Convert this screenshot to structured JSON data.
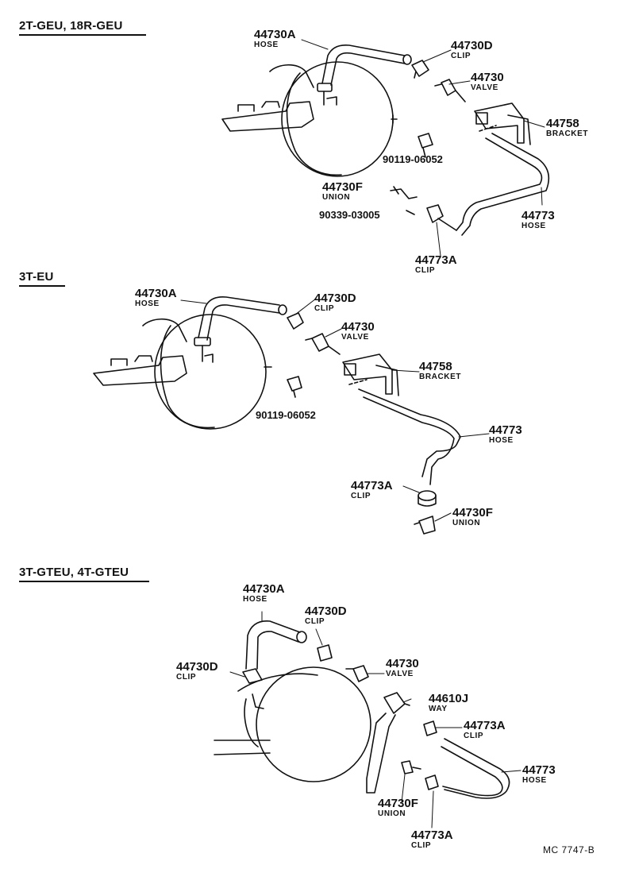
{
  "sections": [
    {
      "title": "2T-GEU, 18R-GEU",
      "parts": [
        {
          "number": "44730A",
          "name": "HOSE"
        },
        {
          "number": "44730D",
          "name": "CLIP"
        },
        {
          "number": "44730",
          "name": "VALVE"
        },
        {
          "number": "44758",
          "name": "BRACKET"
        },
        {
          "number": "90119-06052",
          "name": ""
        },
        {
          "number": "44730F",
          "name": "UNION"
        },
        {
          "number": "90339-03005",
          "name": ""
        },
        {
          "number": "44773",
          "name": "HOSE"
        },
        {
          "number": "44773A",
          "name": "CLIP"
        }
      ]
    },
    {
      "title": "3T-EU",
      "parts": [
        {
          "number": "44730A",
          "name": "HOSE"
        },
        {
          "number": "44730D",
          "name": "CLIP"
        },
        {
          "number": "44730",
          "name": "VALVE"
        },
        {
          "number": "44758",
          "name": "BRACKET"
        },
        {
          "number": "90119-06052",
          "name": ""
        },
        {
          "number": "44773",
          "name": "HOSE"
        },
        {
          "number": "44773A",
          "name": "CLIP"
        },
        {
          "number": "44730F",
          "name": "UNION"
        }
      ]
    },
    {
      "title": "3T-GTEU, 4T-GTEU",
      "parts": [
        {
          "number": "44730A",
          "name": "HOSE"
        },
        {
          "number": "44730D",
          "name": "CLIP"
        },
        {
          "number": "44730D",
          "name": "CLIP"
        },
        {
          "number": "44730",
          "name": "VALVE"
        },
        {
          "number": "44610J",
          "name": "WAY"
        },
        {
          "number": "44773A",
          "name": "CLIP"
        },
        {
          "number": "44773",
          "name": "HOSE"
        },
        {
          "number": "44730F",
          "name": "UNION"
        },
        {
          "number": "44773A",
          "name": "CLIP"
        }
      ]
    }
  ],
  "footer_code": "MC  7747-B"
}
